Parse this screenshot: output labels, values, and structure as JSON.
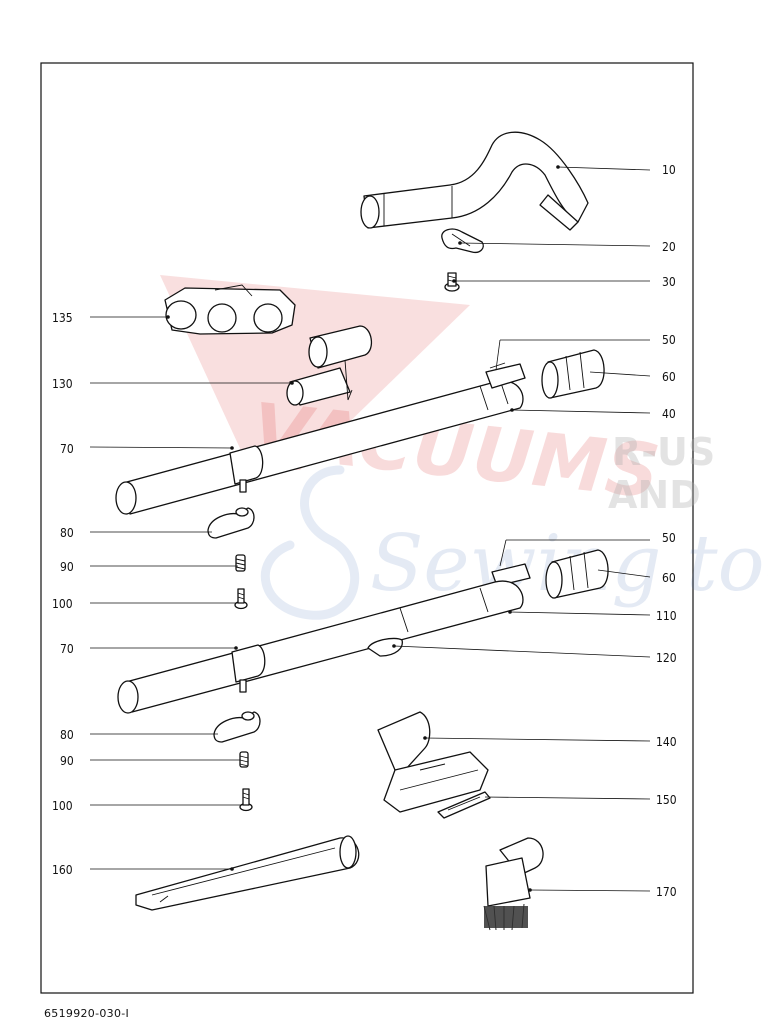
{
  "document_number": "6519920-030-I",
  "watermark": {
    "line1": "VACUUMS",
    "line2": "R-US",
    "line3": "AND",
    "line4": "Sewing too"
  },
  "callouts": {
    "c10": "10",
    "c20": "20",
    "c30": "30",
    "c135": "135",
    "c50a": "50",
    "c60a": "60",
    "c130": "130",
    "c40": "40",
    "c70a": "70",
    "c80a": "80",
    "c50b": "50",
    "c90a": "90",
    "c60b": "60",
    "c100a": "100",
    "c110": "110",
    "c70b": "70",
    "c120": "120",
    "c80b": "80",
    "c140": "140",
    "c90b": "90",
    "c150": "150",
    "c100b": "100",
    "c160": "160",
    "c170": "170"
  }
}
